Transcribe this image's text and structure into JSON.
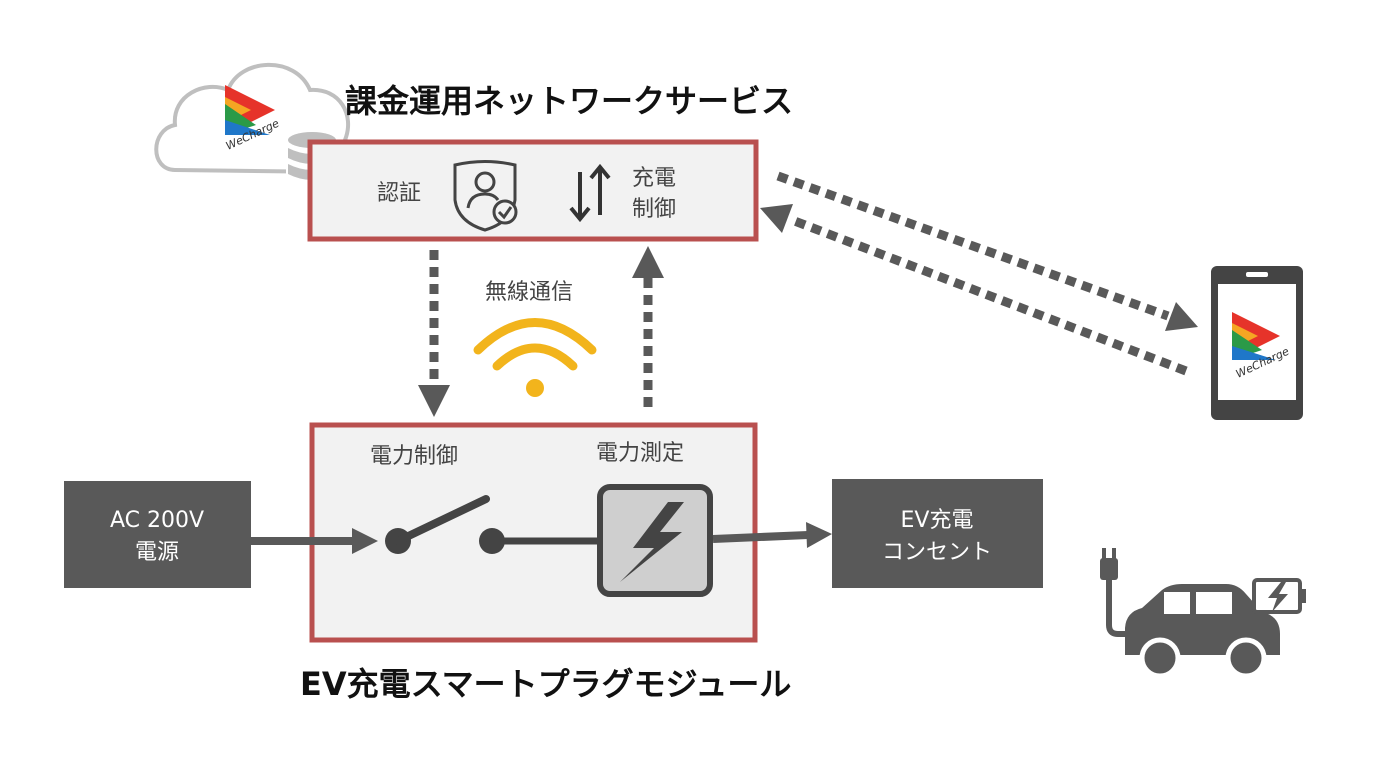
{
  "cloud_service": {
    "title": "課金運用ネットワークサービス",
    "auth_label": "認証",
    "charge_control_line1": "充電",
    "charge_control_line2": "制御"
  },
  "wireless": {
    "label": "無線通信"
  },
  "module": {
    "title": "EV充電スマートプラグモジュール",
    "power_control_label": "電力制御",
    "power_measure_label": "電力測定"
  },
  "ac_source": {
    "line1": "AC 200V",
    "line2": "電源"
  },
  "ev_outlet": {
    "line1": "EV充電",
    "line2": "コンセント"
  },
  "logo": {
    "text": "WeCharge"
  },
  "colors": {
    "module_border": "#b9504f",
    "box_fill": "#595959",
    "wifi": "#f2b41c",
    "arrow": "#595959",
    "panel_bg": "#f2f2f2"
  },
  "icons": [
    "cloud-icon",
    "database-icon",
    "shield-user-icon",
    "up-down-arrows-icon",
    "wifi-icon",
    "switch-icon",
    "power-meter-icon",
    "smartphone-icon",
    "ev-car-icon",
    "battery-charging-icon"
  ]
}
